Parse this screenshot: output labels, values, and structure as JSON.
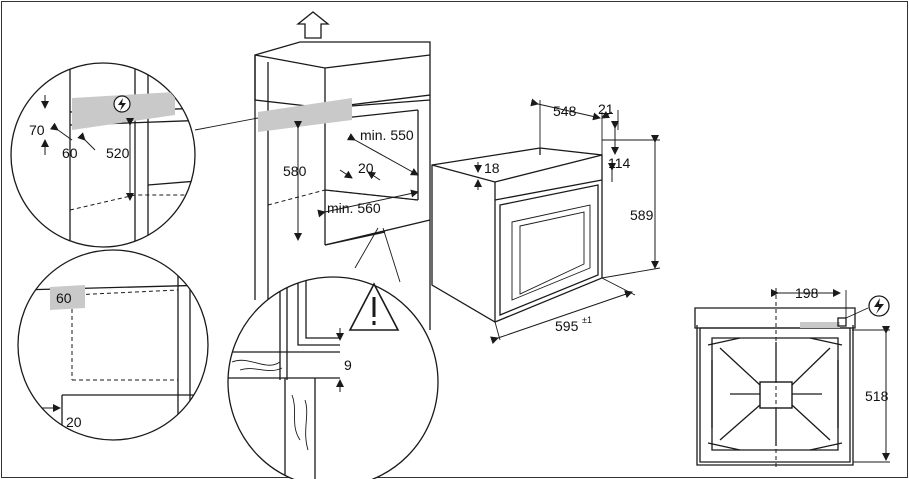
{
  "labels": {
    "d70": "70",
    "d60a": "60",
    "d520": "520",
    "d580": "580",
    "dmin550": "min. 550",
    "d20a": "20",
    "dmin560": "min. 560",
    "d548": "548",
    "d21": "21",
    "d18": "18",
    "d114": "114",
    "d589": "589",
    "d595": "595",
    "d595sup": "±1",
    "d60b": "60",
    "d20b": "20",
    "d9": "9",
    "d198": "198",
    "d518": "518"
  },
  "icons": {
    "warning": "warning-triangle-icon",
    "electric": "electric-connection-icon",
    "up_arrow": "up-arrow-icon"
  }
}
